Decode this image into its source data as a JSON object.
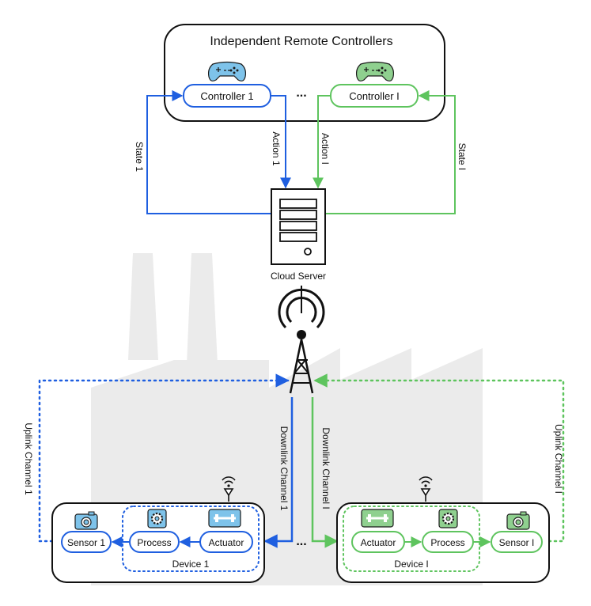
{
  "title": "Independent Remote Controllers",
  "controllers": {
    "c1": "Controller 1",
    "cI": "Controller I",
    "ellipsis": "..."
  },
  "links": {
    "state1": "State 1",
    "action1": "Action 1",
    "actionI": "Action I",
    "stateI": "State I",
    "uplink1": "Uplink Channel 1",
    "downlink1": "Downlink Channel 1",
    "downlinkI": "Downlink Channel I",
    "uplinkI": "Uplink Channel I"
  },
  "server": {
    "label": "Cloud Server"
  },
  "device1": {
    "name": "Device 1",
    "sensor": "Sensor 1",
    "process": "Process",
    "actuator": "Actuator"
  },
  "deviceI": {
    "name": "Device I",
    "actuator": "Actuator",
    "process": "Process",
    "sensor": "Sensor I"
  },
  "between_devices": "...",
  "colors": {
    "blue": "#1f5fe0",
    "green": "#5ec45e",
    "factory": "#ebebeb",
    "blue_icon": "#7ec3ea",
    "green_icon": "#8fd08f"
  },
  "icons": [
    "gamepad-icon",
    "server-icon",
    "antenna-tower-icon",
    "wifi-icon",
    "camera-icon",
    "gear-icon",
    "actuator-icon"
  ]
}
